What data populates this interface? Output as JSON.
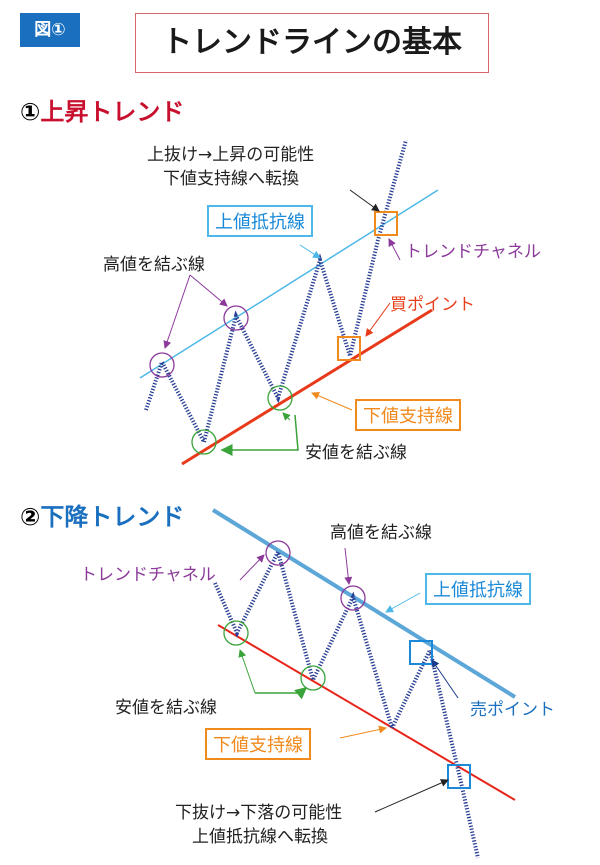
{
  "badge": "図①",
  "title": "トレンドラインの基本",
  "up": {
    "num": "①",
    "heading": "上昇トレンド",
    "break_note_1": "上抜け→上昇の可能性",
    "break_note_2": "下値支持線へ転換",
    "resistance": "上値抵抗線",
    "highs": "高値を結ぶ線",
    "channel": "トレンドチャネル",
    "buy": "買ポイント",
    "support": "下値支持線",
    "lows": "安値を結ぶ線"
  },
  "down": {
    "num": "②",
    "heading": "下降トレンド",
    "highs": "高値を結ぶ線",
    "channel": "トレンドチャネル",
    "resistance": "上値抵抗線",
    "lows": "安値を結ぶ線",
    "sell": "売ポイント",
    "support": "下値支持線",
    "break_note_1": "下抜け→下落の可能性",
    "break_note_2": "上値抵抗線へ転換"
  },
  "colors": {
    "red": "#c8102e",
    "blue": "#1a6fbe",
    "orange": "#f08a1c",
    "purple": "#8b3a9a",
    "green": "#3aa33a",
    "cyan": "#4db8e8"
  }
}
